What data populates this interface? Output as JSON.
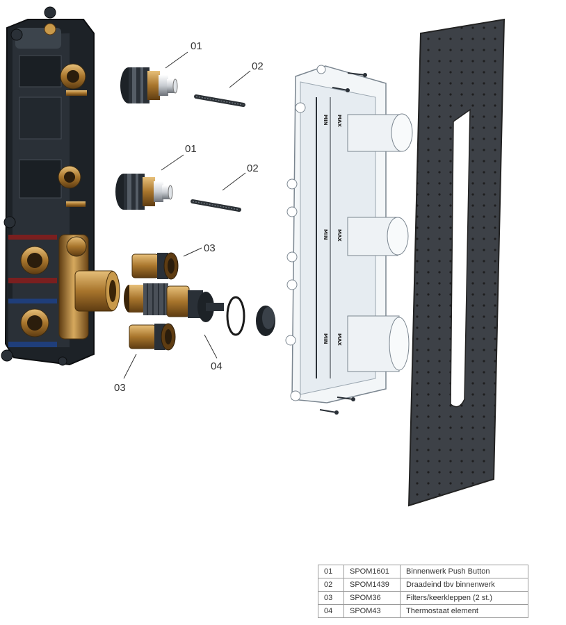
{
  "callouts": [
    "01",
    "02",
    "01",
    "02",
    "03",
    "04",
    "03"
  ],
  "gauge_labels": [
    "MIN",
    "MAX"
  ],
  "parts": [
    {
      "num": "01",
      "code": "SPOM1601",
      "desc": "Binnenwerk Push Button"
    },
    {
      "num": "02",
      "code": "SPOM1439",
      "desc": "Draadeind tbv binnenwerk"
    },
    {
      "num": "03",
      "code": "SPOM36",
      "desc": "Filters/keerkleppen (2 st.)"
    },
    {
      "num": "04",
      "code": "SPOM43",
      "desc": "Thermostaat element"
    }
  ]
}
